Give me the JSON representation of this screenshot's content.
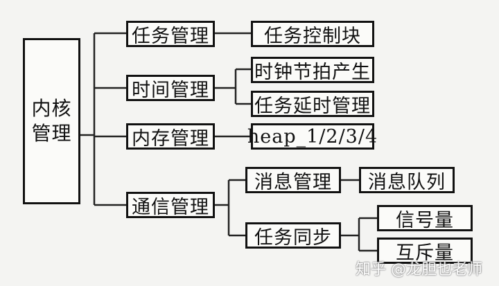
{
  "root": {
    "line1": "内核",
    "line2": "管理"
  },
  "nodes": {
    "task_mgmt": "任务管理",
    "task_control_block": "任务控制块",
    "time_mgmt": "时间管理",
    "clock_tick": "时钟节拍产生",
    "task_delay": "任务延时管理",
    "memory_mgmt": "内存管理",
    "heap": "heap_1/2/3/4",
    "comm_mgmt": "通信管理",
    "message_mgmt": "消息管理",
    "message_queue": "消息队列",
    "task_sync": "任务同步",
    "semaphore": "信号量",
    "mutex": "互斥量"
  },
  "watermark": "知乎 @龙胆也老师"
}
